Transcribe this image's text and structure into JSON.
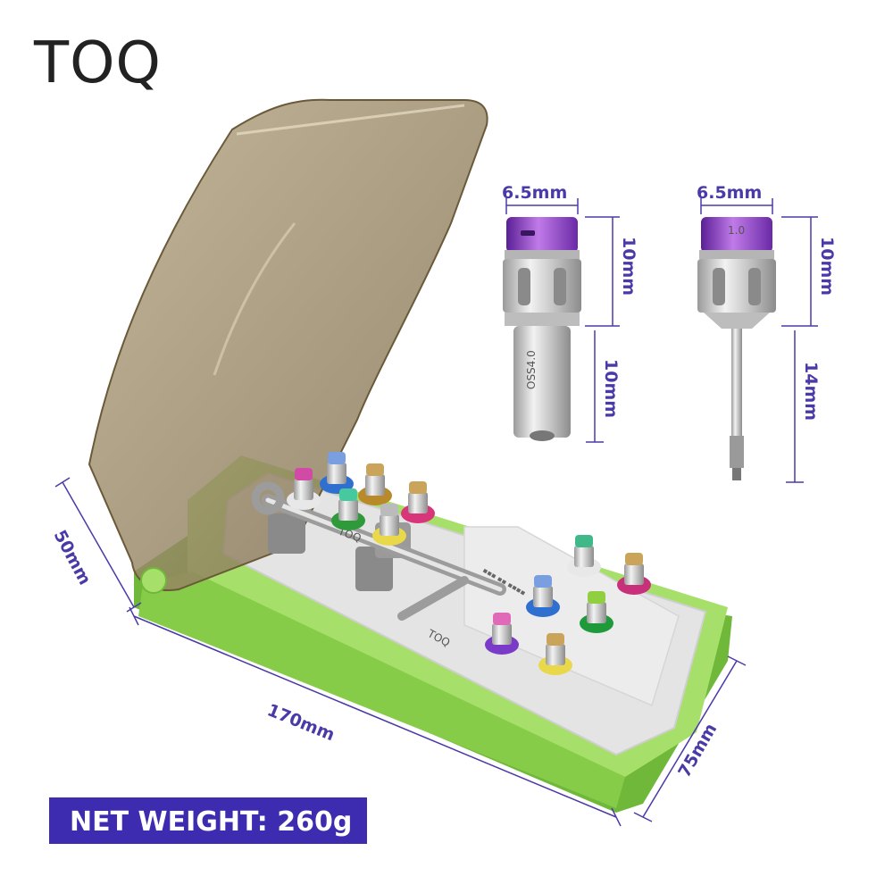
{
  "brand": {
    "logo_text": "TOQ"
  },
  "dimensions": {
    "box_width": "50mm",
    "box_length": "170mm",
    "box_height": "75mm",
    "driver_a": {
      "diameter": "6.5mm",
      "head_height": "10mm",
      "shaft_length": "10mm",
      "etched_label": "OSS4.0"
    },
    "driver_b": {
      "diameter": "6.5mm",
      "head_height": "10mm",
      "shaft_length": "14mm",
      "cap_label": "1.0"
    }
  },
  "weight": {
    "label": "NET WEIGHT: 260g"
  },
  "kit": {
    "wrench_logo": "TOQ",
    "tray_logo": "TOQ"
  },
  "colors": {
    "accent": "#4a3aa8",
    "badge_bg": "#3d2bb0",
    "case_green": "#8fd14f",
    "lid_tint": "#8a7a5a",
    "tray_gray": "#e4e4e4",
    "steel": "#c8c8c8",
    "violet_cap": "#8a3cc8"
  }
}
